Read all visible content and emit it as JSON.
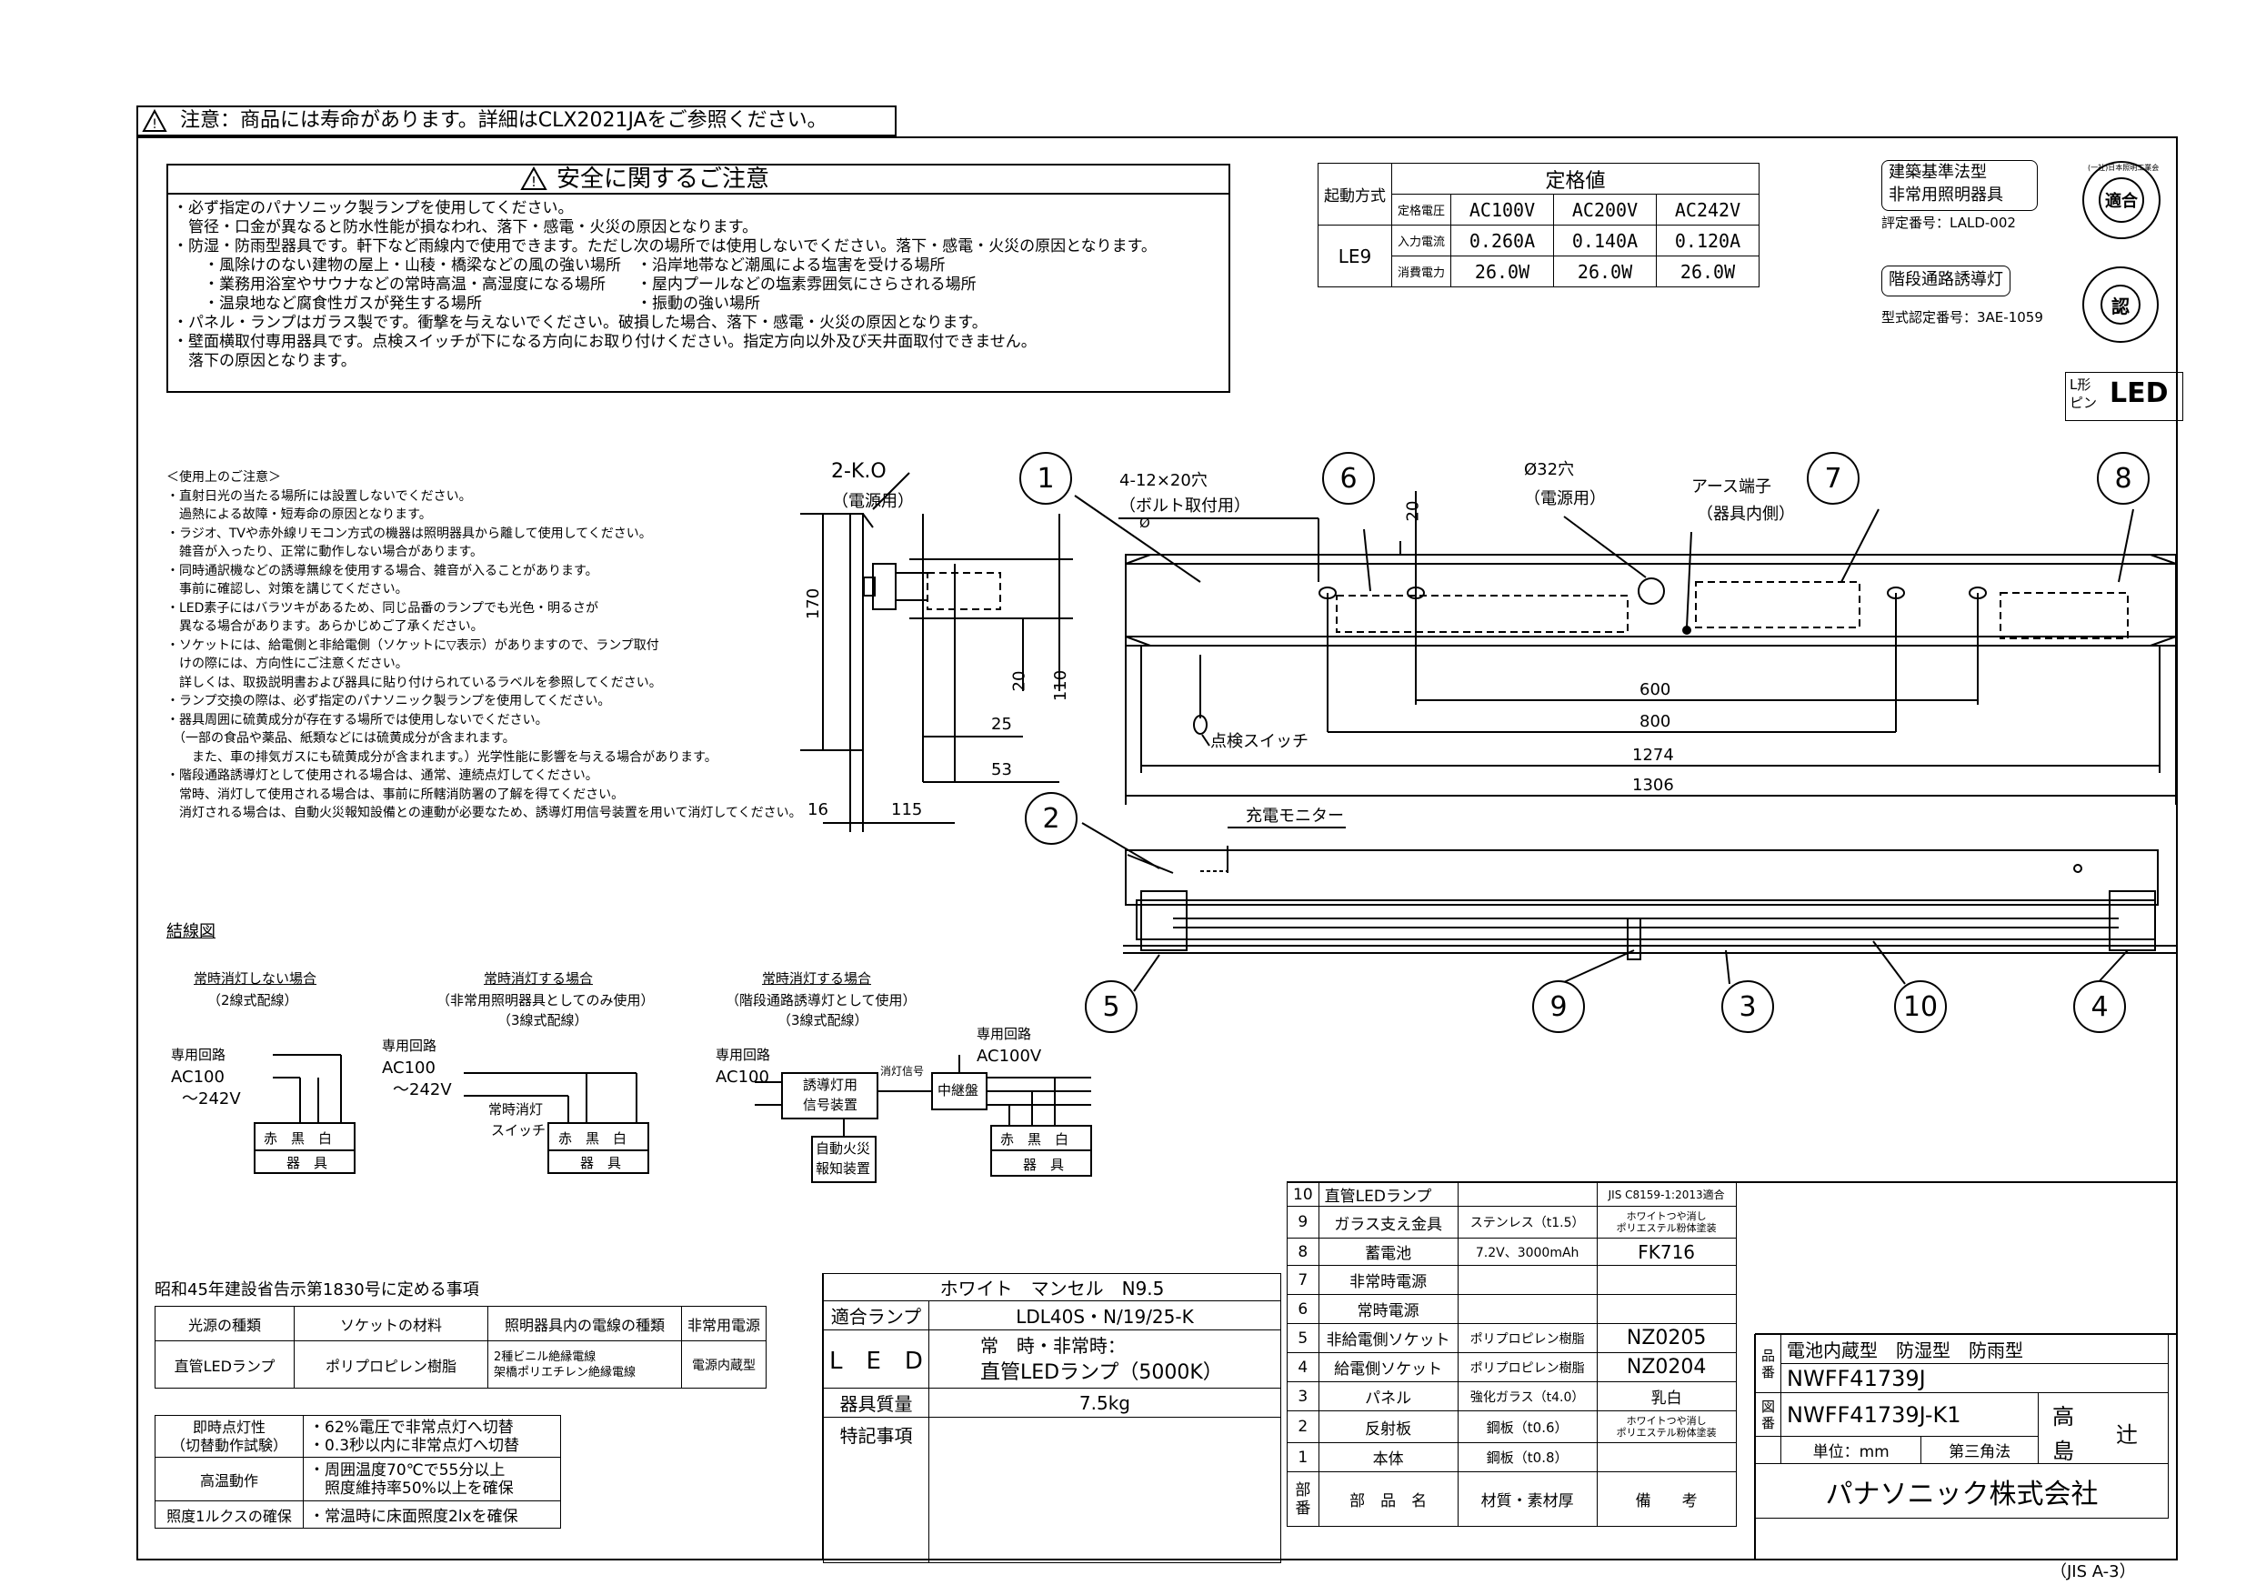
{
  "top_note": "注意：商品には寿命があります。詳細はCLX2021JAをご参照ください。",
  "safety": {
    "title": "安全に関するご注意",
    "lines": [
      "・必ず指定のパナソニック製ランプを使用してください。",
      "　管径・口金が異なると防水性能が損なわれ、落下・感電・火災の原因となります。",
      "・防湿・防雨型器具です。軒下など雨線内で使用できます。ただし次の場所では使用しないでください。落下・感電・火災の原因となります。",
      "　　・風除けのない建物の屋上・山稜・橋梁などの風の強い場所　・沿岸地帯など潮風による塩害を受ける場所",
      "　　・業務用浴室やサウナなどの常時高温・高湿度になる場所　　・屋内プールなどの塩素雰囲気にさらされる場所",
      "　　・温泉地など腐食性ガスが発生する場所　　　　　　　　　　・振動の強い場所",
      "・パネル・ランプはガラス製です。衝撃を与えないでください。破損した場合、落下・感電・火災の原因となります。",
      "・壁面横取付専用器具です。点検スイッチが下になる方向にお取り付けください。指定方向以外及び天井面取付できません。",
      "　落下の原因となります。"
    ]
  },
  "rating": {
    "start_method_label": "起動方式",
    "rated_label": "定格値",
    "start_method": "LE9",
    "rows": [
      {
        "label": "定格電圧",
        "values": [
          "AC100V",
          "AC200V",
          "AC242V"
        ]
      },
      {
        "label": "入力電流",
        "values": [
          "0.260A",
          "0.140A",
          "0.120A"
        ]
      },
      {
        "label": "消費電力",
        "values": [
          "26.0W",
          "26.0W",
          "26.0W"
        ]
      }
    ]
  },
  "certs": {
    "bsl_title_1": "建築基準法型",
    "bsl_title_2": "非常用照明器具",
    "bsl_number": "評定番号：LALD-002",
    "seal1": "適合",
    "seal1_ring": "(一社)日本照明工業会",
    "stair_title": "階段通路誘導灯",
    "stair_number": "型式認定番号：3AE-1059",
    "seal2": "認",
    "led_prefix": "L形\nピン",
    "led_logo": "LED"
  },
  "usage": {
    "lines": [
      "＜使用上のご注意＞",
      "・直射日光の当たる場所には設置しないでください。",
      "　過熱による故障・短寿命の原因となります。",
      "・ラジオ、TVや赤外線リモコン方式の機器は照明器具から離して使用してください。",
      "　雑音が入ったり、正常に動作しない場合があります。",
      "・同時通訳機などの誘導無線を使用する場合、雑音が入ることがあります。",
      "　事前に確認し、対策を講じてください。",
      "・LED素子にはバラツキがあるため、同じ品番のランプでも光色・明るさが",
      "　異なる場合があります。あらかじめご了承ください。",
      "・ソケットには、給電側と非給電側（ソケットに▽表示）がありますので、ランプ取付",
      "　けの際には、方向性にご注意ください。",
      "　詳しくは、取扱説明書および器具に貼り付けられているラベルを参照してください。",
      "・ランプ交換の際は、必ず指定のパナソニック製ランプを使用してください。",
      "・器具周囲に硫黄成分が存在する場所では使用しないでください。",
      "　（一部の食品や薬品、紙類などには硫黄成分が含まれます。",
      "　　また、車の排気ガスにも硫黄成分が含まれます。）光学性能に影響を与える場合があります。",
      "・階段通路誘導灯として使用される場合は、通常、連続点灯してください。",
      "　常時、消灯して使用される場合は、事前に所轄消防署の了解を得てください。",
      "　消灯される場合は、自動火災報知設備との連動が必要なため、誘導灯用信号装置を用いて消灯してください。"
    ]
  },
  "side_view": {
    "hole_label": "2-K.O",
    "hole_note": "（電源用）",
    "dims": [
      "170",
      "20",
      "110",
      "25",
      "53",
      "16",
      "115"
    ]
  },
  "front_view": {
    "bolt_label": "4-12×20穴",
    "bolt_note": "（ボルト取付用）",
    "phi_label": "Ø32穴",
    "phi_note": "（電源用）",
    "earth_label": "アース端子",
    "earth_note": "（器具内側）",
    "dim_20": "20",
    "switch_label": "点検スイッチ",
    "dims": [
      "600",
      "800",
      "1274",
      "1306"
    ]
  },
  "bottom_view": {
    "monitor_label": "充電モニター"
  },
  "callouts": [
    "1",
    "2",
    "3",
    "4",
    "5",
    "6",
    "7",
    "8",
    "9",
    "10"
  ],
  "wiring": {
    "title": "結線図",
    "cases": [
      {
        "title": "常時消灯しない場合",
        "sub": "（2線式配線）"
      },
      {
        "title": "常時消灯する場合",
        "sub": "（非常用照明器具としてのみ使用）",
        "sub2": "（3線式配線）"
      },
      {
        "title": "常時消灯する場合",
        "sub": "（階段通路誘導灯として使用）",
        "sub2": "（3線式配線）"
      }
    ],
    "circuit": "専用回路",
    "ac100": "AC100",
    "range": "～242V",
    "ac100v": "AC100V",
    "switch_1": "常時消灯",
    "switch_2": "スイッチ",
    "colors": "赤　黒　白",
    "fixture": "器　具",
    "signal_1": "誘導灯用",
    "signal_2": "信号装置",
    "signal_line": "消灯信号",
    "relay": "中継盤",
    "fire_1": "自動火災",
    "fire_2": "報知装置"
  },
  "parts": {
    "rows": [
      {
        "no": "10",
        "name": "直管LEDランプ",
        "material": "",
        "note": "JIS C8159-1:2013適合"
      },
      {
        "no": "9",
        "name": "ガラス支え金具",
        "material": "ステンレス（t1.5）",
        "note": "ホワイトつや消し\nポリエステル粉体塗装"
      },
      {
        "no": "8",
        "name": "蓄電池",
        "material": "7.2V、3000mAh",
        "note": "FK716"
      },
      {
        "no": "7",
        "name": "非常時電源",
        "material": "",
        "note": ""
      },
      {
        "no": "6",
        "name": "常時電源",
        "material": "",
        "note": ""
      },
      {
        "no": "5",
        "name": "非給電側ソケット",
        "material": "ポリプロピレン樹脂",
        "note": "NZ0205"
      },
      {
        "no": "4",
        "name": "給電側ソケット",
        "material": "ポリプロピレン樹脂",
        "note": "NZ0204"
      },
      {
        "no": "3",
        "name": "パネル",
        "material": "強化ガラス（t4.0）",
        "note": "乳白"
      },
      {
        "no": "2",
        "name": "反射板",
        "material": "鋼板（t0.6）",
        "note": "ホワイトつや消し\nポリエステル粉体塗装"
      },
      {
        "no": "1",
        "name": "本体",
        "material": "鋼板（t0.8）",
        "note": ""
      }
    ],
    "h_no": "部\n番",
    "h_name": "部　品　名",
    "h_material": "材質・素材厚",
    "h_note": "備　　考"
  },
  "spec": {
    "color": "ホワイト　マンセル　N9.5",
    "lamp_label": "適合ランプ",
    "lamp": "LDL40S・N/19/25-K",
    "led_label": "L　E　D",
    "led_mode": "常　時・非常時：",
    "led_lamp": "直管LEDランプ（5000K）",
    "mass_label": "器具質量",
    "mass": "7.5kg",
    "special_label": "特記事項"
  },
  "title_block": {
    "type_label": "品\n番",
    "type": "電池内蔵型　防湿型　防雨型",
    "model": "NWFF41739J",
    "drawing_label": "図\n番",
    "drawing": "NWFF41739J-K1",
    "name1": "高",
    "name2": "島",
    "name3": "辻",
    "unit": "単位：mm",
    "projection": "第三角法",
    "company": "パナソニック株式会社"
  },
  "notice": {
    "title": "昭和45年建設省告示第1830号に定める事項",
    "headers": [
      "光源の種類",
      "ソケットの材料",
      "照明器具内の電線の種類",
      "非常用電源"
    ],
    "row": [
      "直管LEDランプ",
      "ポリプロピレン樹脂",
      "2種ビニル絶縁電線\n架橋ポリエチレン絶縁電線",
      "電源内蔵型"
    ],
    "perf": [
      {
        "label": "即時点灯性\n（切替動作試験）",
        "value": "・62%電圧で非常点灯へ切替\n・0.3秒以内に非常点灯へ切替"
      },
      {
        "label": "高温動作",
        "value": "・周囲温度70℃で55分以上\n　照度維持率50%以上を確保"
      },
      {
        "label": "照度1ルクスの確保",
        "value": "・常温時に床面照度2lxを確保"
      }
    ]
  },
  "jis": "（JIS A-3）"
}
